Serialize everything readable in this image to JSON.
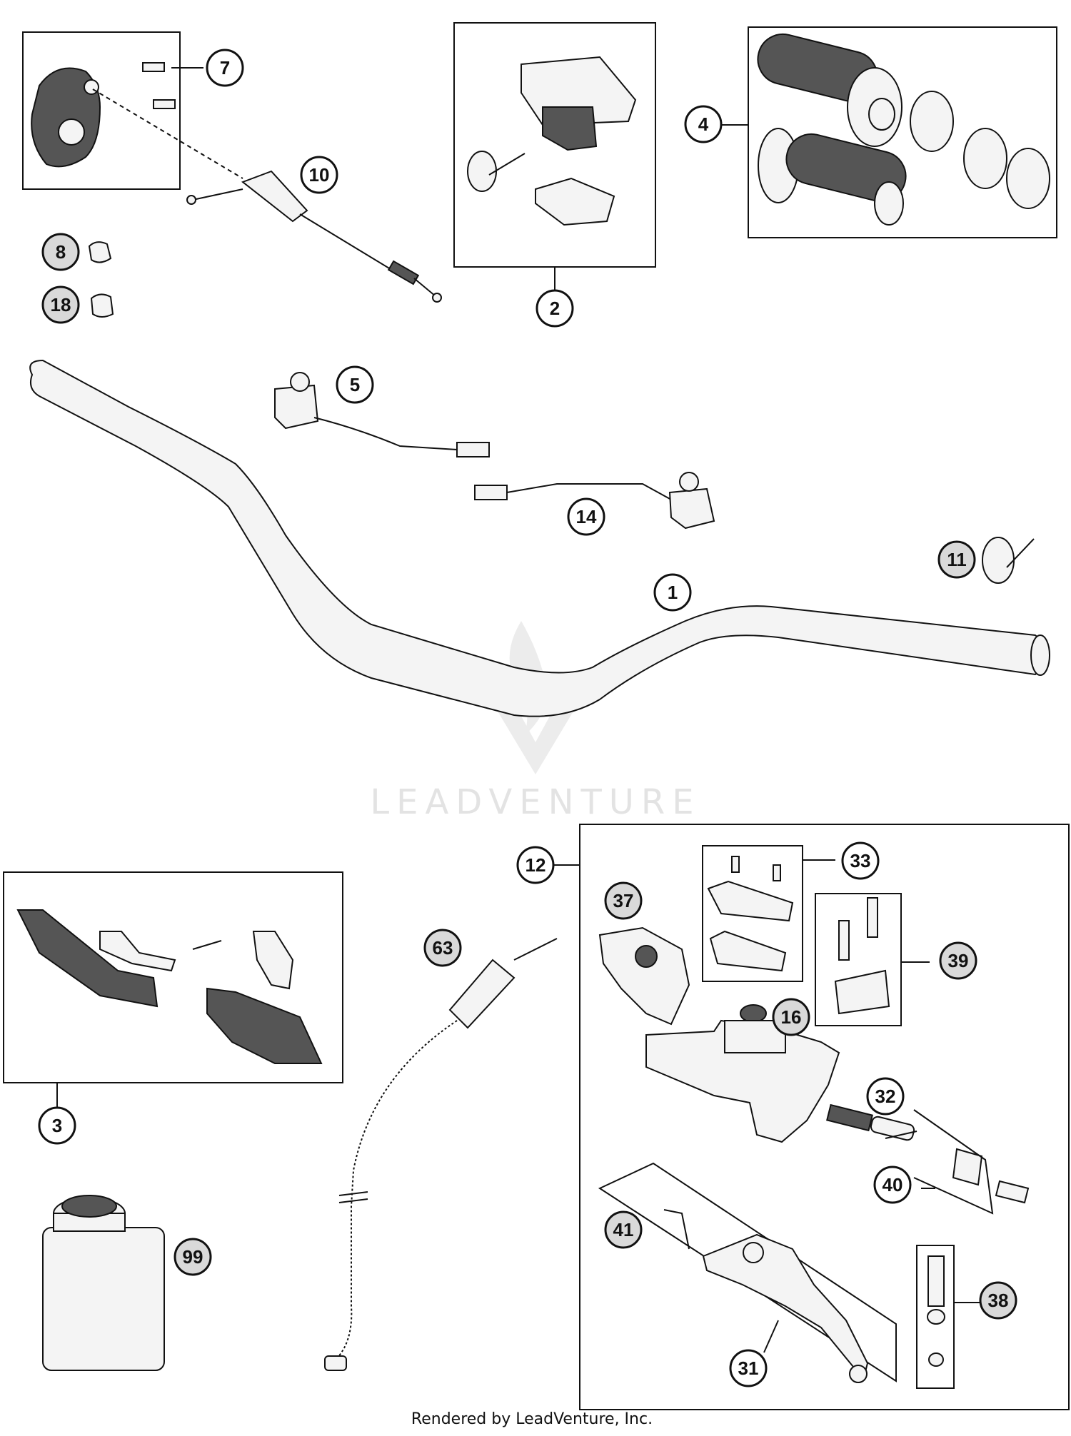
{
  "callouts": [
    {
      "id": "1",
      "shaded": false
    },
    {
      "id": "2",
      "shaded": false
    },
    {
      "id": "3",
      "shaded": false
    },
    {
      "id": "4",
      "shaded": false
    },
    {
      "id": "5",
      "shaded": false
    },
    {
      "id": "7",
      "shaded": false
    },
    {
      "id": "8",
      "shaded": true
    },
    {
      "id": "10",
      "shaded": false
    },
    {
      "id": "11",
      "shaded": true
    },
    {
      "id": "12",
      "shaded": false
    },
    {
      "id": "14",
      "shaded": false
    },
    {
      "id": "16",
      "shaded": true
    },
    {
      "id": "18",
      "shaded": true
    },
    {
      "id": "31",
      "shaded": false
    },
    {
      "id": "32",
      "shaded": false
    },
    {
      "id": "33",
      "shaded": false
    },
    {
      "id": "37",
      "shaded": true
    },
    {
      "id": "38",
      "shaded": true
    },
    {
      "id": "39",
      "shaded": true
    },
    {
      "id": "40",
      "shaded": false
    },
    {
      "id": "41",
      "shaded": true
    },
    {
      "id": "63",
      "shaded": true
    },
    {
      "id": "99",
      "shaded": true
    }
  ],
  "watermark": "LEADVENTURE",
  "footer": "Rendered by LeadVenture, Inc."
}
